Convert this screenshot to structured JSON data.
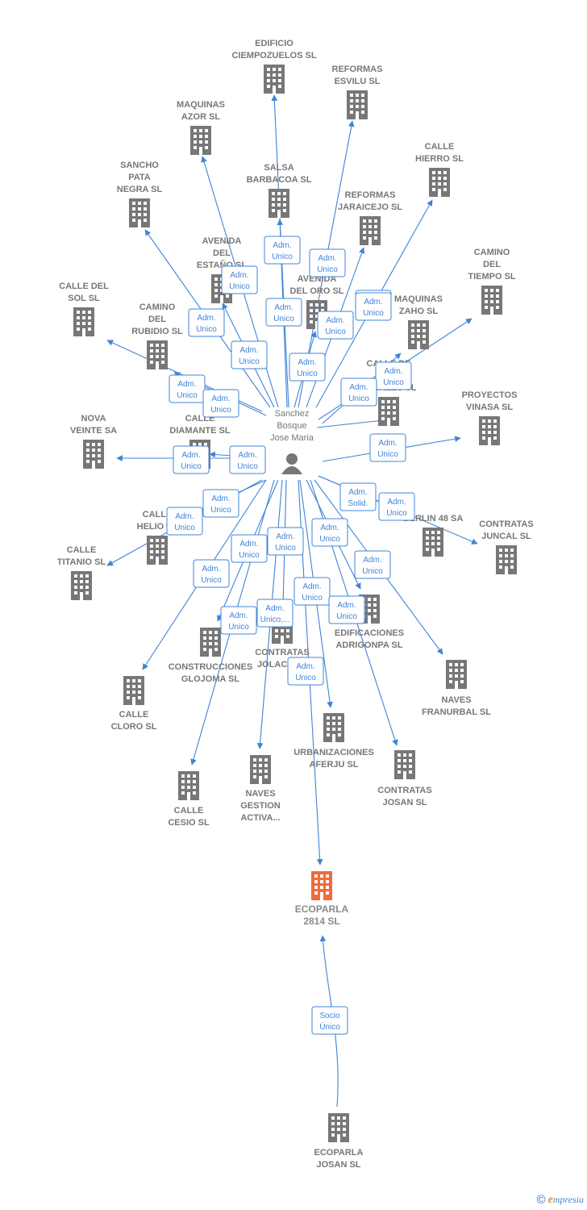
{
  "person": {
    "name_lines": [
      "Sanchez",
      "Bosque",
      "Jose Maria"
    ]
  },
  "focus": {
    "id": "ecoparla2814",
    "name_lines": [
      "ECOPARLA",
      "2814  SL"
    ]
  },
  "colors": {
    "edge": "#3f84d8",
    "building": "#777777",
    "focus_building": "#f26b3a"
  },
  "companies": [
    {
      "id": "edificio",
      "name_lines": [
        "EDIFICIO",
        "CIEMPOZUELOS SL"
      ],
      "edge_label": [
        "Adm.",
        "Unico"
      ]
    },
    {
      "id": "reformas_esvilu",
      "name_lines": [
        "REFORMAS",
        "ESVILU SL"
      ],
      "edge_label": [
        "Adm.",
        "Unico"
      ]
    },
    {
      "id": "maquinas_azor",
      "name_lines": [
        "MAQUINAS",
        "AZOR  SL"
      ],
      "edge_label": [
        "Adm.",
        "Unico"
      ]
    },
    {
      "id": "calle_hierro",
      "name_lines": [
        "CALLE",
        "HIERRO SL"
      ],
      "edge_label": [
        "Adm.",
        "Unico"
      ]
    },
    {
      "id": "sancho",
      "name_lines": [
        "SANCHO",
        "PATA",
        "NEGRA  SL"
      ],
      "edge_label": [
        "Adm.",
        "Unico"
      ]
    },
    {
      "id": "salsa",
      "name_lines": [
        "SALSA",
        "BARBACOA SL"
      ],
      "edge_label": [
        "Adm.",
        "Unico"
      ]
    },
    {
      "id": "reformas_jaraicejo",
      "name_lines": [
        "REFORMAS",
        "JARAICEJO SL"
      ],
      "edge_label": [
        "Adm.",
        "Unico"
      ]
    },
    {
      "id": "avenida_estano",
      "name_lines": [
        "AVENIDA",
        "DEL",
        "ESTAÑO SL"
      ],
      "edge_label": [
        "Adm.",
        "Unico"
      ]
    },
    {
      "id": "camino_tiempo",
      "name_lines": [
        "CAMINO",
        "DEL",
        "TIEMPO SL"
      ],
      "edge_label": [
        "Adm.",
        "Unico"
      ]
    },
    {
      "id": "avenida_oro",
      "name_lines": [
        "AVENIDA",
        "DEL ORO SL"
      ],
      "edge_label": [
        "Adm.",
        "Unico"
      ]
    },
    {
      "id": "calle_sol",
      "name_lines": [
        "CALLE DEL",
        "SOL SL"
      ],
      "edge_label": [
        "Adm.",
        "Unico"
      ]
    },
    {
      "id": "camino_rubidio",
      "name_lines": [
        "CAMINO",
        "DEL",
        "RUBIDIO SL"
      ],
      "edge_label": [
        "Adm.",
        "Unico"
      ]
    },
    {
      "id": "maquinas_zaho",
      "name_lines": [
        "MAQUINAS",
        "ZAHO  SL"
      ],
      "edge_label": [
        "Adm.",
        "Unico"
      ]
    },
    {
      "id": "calle_metales",
      "name_lines": [
        "CALLE DE",
        "LOS",
        "METALES SL"
      ],
      "edge_label": [
        "Adm.",
        "Unico"
      ]
    },
    {
      "id": "proyectos",
      "name_lines": [
        "PROYECTOS",
        "VINASA SL"
      ],
      "edge_label": [
        "Adm.",
        "Unico"
      ]
    },
    {
      "id": "nova",
      "name_lines": [
        "NOVA",
        "VEINTE SA"
      ],
      "edge_label": [
        "Adm.",
        "Unico"
      ]
    },
    {
      "id": "calle_diamante",
      "name_lines": [
        "CALLE",
        "DIAMANTE SL"
      ],
      "edge_label": [
        "Adm.",
        "Unico"
      ]
    },
    {
      "id": "berlin",
      "name_lines": [
        "BERLIN 48 SA"
      ],
      "edge_label": [
        "Adm.",
        "Solid."
      ]
    },
    {
      "id": "contratas_juncal",
      "name_lines": [
        "CONTRATAS",
        "JUNCAL SL"
      ],
      "edge_label": [
        "Adm.",
        "Unico"
      ]
    },
    {
      "id": "calle_helio",
      "name_lines": [
        "CALLE",
        "HELIO SL"
      ],
      "edge_label": [
        "Adm.",
        "Unico"
      ]
    },
    {
      "id": "calle_titanio",
      "name_lines": [
        "CALLE",
        "TITANIO SL"
      ],
      "edge_label": [
        "Adm.",
        "Unico"
      ]
    },
    {
      "id": "construcciones",
      "name_lines": [
        "CONSTRUCCIONES",
        "GLOJOMA SL"
      ],
      "edge_label": [
        "Adm.",
        "Unico"
      ]
    },
    {
      "id": "contratas_jolaca",
      "name_lines": [
        "CONTRATAS",
        "JOLACA SL"
      ],
      "edge_label": [
        "Adm.",
        "Unico,..."
      ]
    },
    {
      "id": "edificaciones",
      "name_lines": [
        "EDIFICACIONES",
        "ADRIGONPA SL"
      ],
      "edge_label": [
        "Adm.",
        "Unico"
      ]
    },
    {
      "id": "naves_franurbal",
      "name_lines": [
        "NAVES",
        "FRANURBAL SL"
      ],
      "edge_label": [
        "Adm.",
        "Unico"
      ]
    },
    {
      "id": "calle_cloro",
      "name_lines": [
        "CALLE",
        "CLORO SL"
      ],
      "edge_label": [
        "Adm.",
        "Unico"
      ]
    },
    {
      "id": "urbanizaciones",
      "name_lines": [
        "URBANIZACIONES",
        "AFERJU SL"
      ],
      "edge_label": [
        "Adm.",
        "Unico"
      ]
    },
    {
      "id": "contratas_josan",
      "name_lines": [
        "CONTRATAS",
        "JOSAN  SL"
      ],
      "edge_label": [
        "Adm.",
        "Unico"
      ]
    },
    {
      "id": "naves_gestion",
      "name_lines": [
        "NAVES",
        "GESTION",
        "ACTIVA..."
      ],
      "edge_label": [
        "Adm.",
        "Unico"
      ]
    },
    {
      "id": "calle_cesio",
      "name_lines": [
        "CALLE",
        "CESIO SL"
      ],
      "edge_label": [
        "Adm.",
        "Unico"
      ]
    }
  ],
  "extra_edges": [
    {
      "id": "to_focus",
      "edge_label": [
        "Adm.",
        "Unico"
      ]
    }
  ],
  "owner": {
    "id": "ecoparla_josan",
    "name_lines": [
      "ECOPARLA",
      "JOSAN  SL"
    ],
    "edge_label": [
      "Socio",
      "Único"
    ]
  },
  "footer": {
    "copyright": "©",
    "brand_initial": "e",
    "brand_rest": "mpresia"
  }
}
